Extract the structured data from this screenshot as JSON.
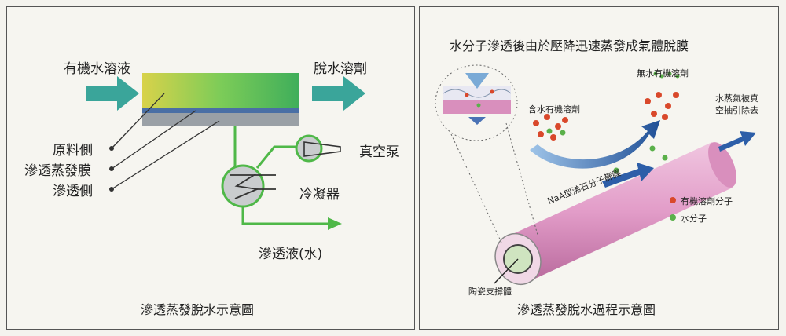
{
  "left_panel": {
    "feed_label": "有機水溶液",
    "output_label": "脫水溶劑",
    "layer_labels": [
      "原料側",
      "滲透蒸發膜",
      "滲透側"
    ],
    "pump_label": "真空泵",
    "condenser_label": "冷凝器",
    "permeate_label": "滲透液(水)",
    "caption": "滲透蒸發脫水示意圖"
  },
  "right_panel": {
    "title": "水分子滲透後由於壓降迅速蒸發成氣體脫膜",
    "water_solvent_label": "含水有機溶劑",
    "anhydrous_label": "無水有機溶劑",
    "vapor_label_line1": "水蒸氣被真",
    "vapor_label_line2": "空抽引除去",
    "membrane_label": "NaA型沸石分子篩膜",
    "support_label": "陶瓷支撐體",
    "legend": [
      {
        "label": "有機溶劑分子",
        "color": "#d9482b"
      },
      {
        "label": "水分子",
        "color": "#5ab04a"
      }
    ],
    "caption": "滲透蒸發脫水過程示意圖"
  },
  "colors": {
    "arrow_teal": "#3aa59a",
    "flow_green": "#4fb848",
    "tube_pink": "#e6a9cf"
  }
}
